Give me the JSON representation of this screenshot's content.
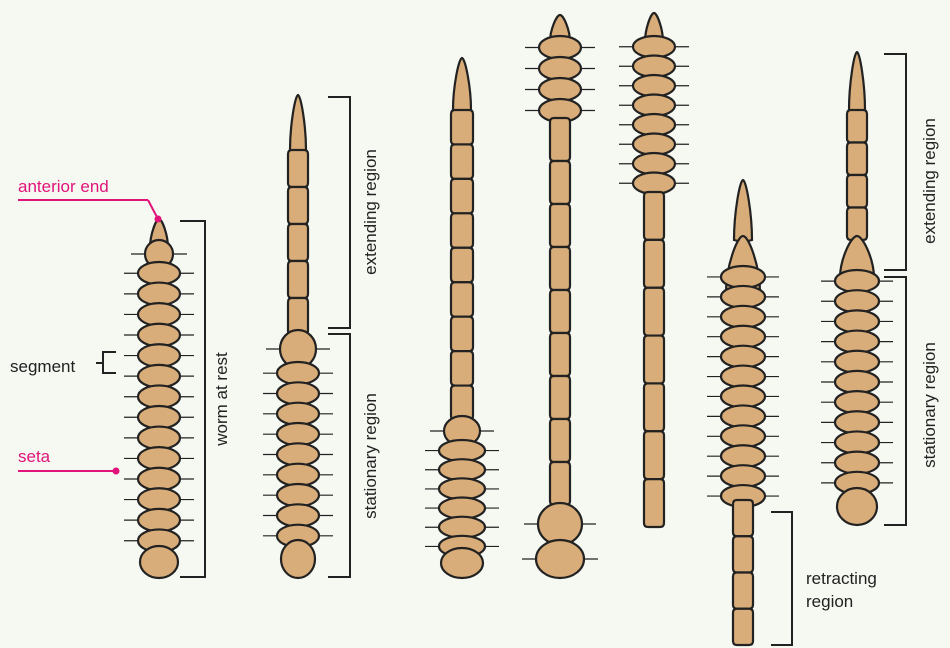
{
  "labels": {
    "anterior_end": "anterior end",
    "segment": "segment",
    "seta": "seta",
    "worm_at_rest": "worm at rest",
    "extending_region_1": "extending region",
    "stationary_region_1": "stationary region",
    "retracting_line1": "retracting",
    "retracting_line2": "region",
    "extending_region_2": "extending region",
    "stationary_region_2": "stationary region"
  },
  "colors": {
    "body": "#d9ad79",
    "outline": "#222222",
    "highlight": "#e0147a",
    "background": "#f6f8f2"
  }
}
